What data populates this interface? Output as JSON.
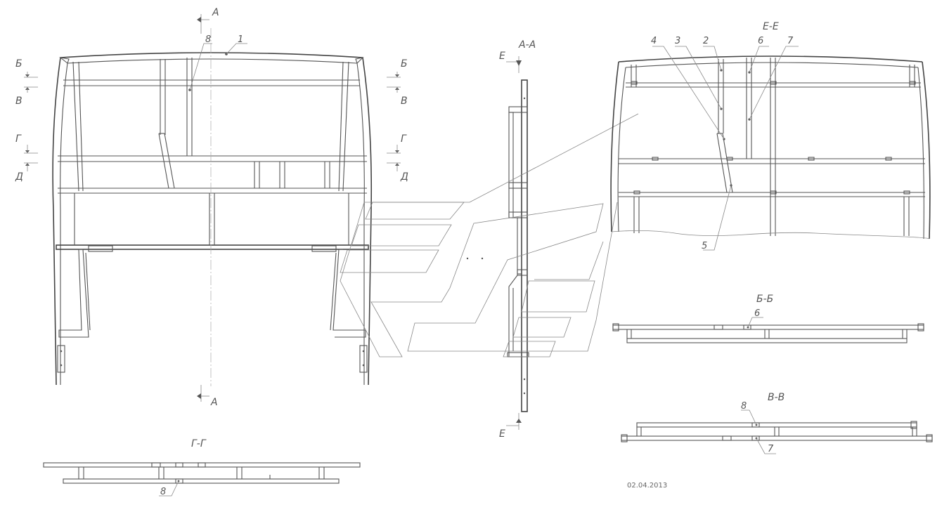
{
  "drawing": {
    "date": "02.04.2013",
    "section_marks": {
      "a_top": "А",
      "a_bottom": "А",
      "b_left": "Б",
      "v_left": "В",
      "g_left": "Г",
      "d_left": "Д",
      "b_right": "Б",
      "v_right": "В",
      "g_right": "Г",
      "d_right": "Д",
      "e_top": "Е",
      "e_bottom": "Е"
    },
    "view_titles": {
      "aa": "А-А",
      "ee": "Е-Е",
      "bb": "Б-Б",
      "vv": "В-В",
      "gg": "Г-Г"
    },
    "callouts": {
      "main_8": "8",
      "main_1": "1",
      "ee_4": "4",
      "ee_3": "3",
      "ee_2": "2",
      "ee_6": "6",
      "ee_7": "7",
      "ee_5": "5",
      "bb_6": "6",
      "vv_8": "8",
      "vv_7": "7",
      "gg_8": "8"
    }
  }
}
